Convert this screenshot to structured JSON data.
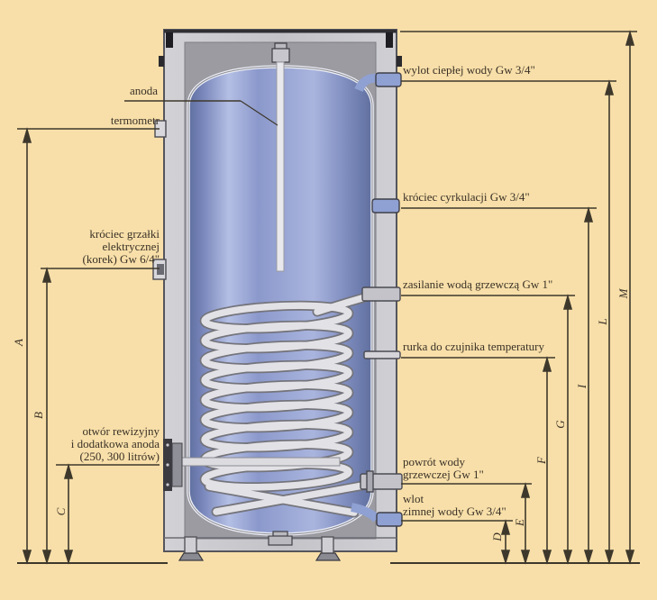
{
  "colors": {
    "background": "#f8dfa9",
    "line": "#3e382c",
    "text": "#3a3127",
    "casing_gray": "#c8c8cc",
    "insulation_gray": "#9b9ba1",
    "tank_blue": "#8d9acd",
    "port_blue": "#8fa0d2",
    "coil_tube": "#e2e2e6"
  },
  "diagram": {
    "left_labels": {
      "anoda": {
        "lines": [
          "anoda"
        ]
      },
      "termometr": {
        "lines": [
          "termometr"
        ]
      },
      "grzalka": {
        "lines": [
          "króciec grzałki",
          "elektrycznej",
          "(korek) Gw 6/4\""
        ]
      },
      "rewizja": {
        "lines": [
          "otwór rewizyjny",
          "i dodatkowa anoda",
          "(250, 300 litrów)"
        ]
      }
    },
    "right_labels": {
      "wylot": {
        "lines": [
          "wylot ciepłej wody Gw 3/4\""
        ]
      },
      "cyrkulacja": {
        "lines": [
          "króciec cyrkulacji Gw 3/4\""
        ]
      },
      "zasilanie": {
        "lines": [
          "zasilanie wodą grzewczą Gw 1\""
        ]
      },
      "rurka": {
        "lines": [
          "rurka do czujnika temperatury"
        ]
      },
      "powrot": {
        "lines": [
          "powrót wody",
          "grzewczej Gw 1\""
        ]
      },
      "wlot": {
        "lines": [
          "wlot",
          "zimnej wody Gw 3/4\""
        ]
      }
    },
    "dimension_letters": {
      "A": "A",
      "B": "B",
      "C": "C",
      "D": "D",
      "E": "E",
      "F": "F",
      "G": "G",
      "I": "I",
      "L": "L",
      "M": "M"
    }
  }
}
